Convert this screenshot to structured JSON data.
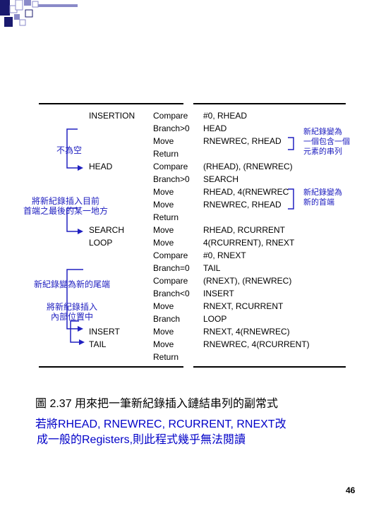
{
  "labels": [
    {
      "text": "INSERTION",
      "col": "label",
      "row": 0
    },
    {
      "text": "HEAD",
      "col": "label",
      "row": 4
    },
    {
      "text": "SEARCH",
      "col": "label",
      "row": 9
    },
    {
      "text": "LOOP",
      "col": "label",
      "row": 10
    },
    {
      "text": "INSERT",
      "col": "label",
      "row": 17
    },
    {
      "text": "TAIL",
      "col": "label",
      "row": 18
    }
  ],
  "instructions": [
    {
      "op": "Compare",
      "args": "#0, RHEAD"
    },
    {
      "op": "Branch>0",
      "args": "HEAD"
    },
    {
      "op": "Move",
      "args": "RNEWREC, RHEAD"
    },
    {
      "op": "Return",
      "args": ""
    },
    {
      "op": "Compare",
      "args": "(RHEAD), (RNEWREC)"
    },
    {
      "op": "Branch>0",
      "args": "SEARCH"
    },
    {
      "op": "Move",
      "args": "RHEAD, 4(RNEWREC"
    },
    {
      "op": "Move",
      "args": "RNEWREC, RHEAD"
    },
    {
      "op": "Return",
      "args": ""
    },
    {
      "op": "Move",
      "args": "RHEAD, RCURRENT"
    },
    {
      "op": "Move",
      "args": "4(RCURRENT), RNEXT"
    },
    {
      "op": "Compare",
      "args": "#0, RNEXT"
    },
    {
      "op": "Branch=0",
      "args": "TAIL"
    },
    {
      "op": "Compare",
      "args": "(RNEXT), (RNEWREC)"
    },
    {
      "op": "Branch<0",
      "args": "INSERT"
    },
    {
      "op": "Move",
      "args": "RNEXT, RCURRENT"
    },
    {
      "op": "Branch",
      "args": "LOOP"
    },
    {
      "op": "Move",
      "args": "RNEXT, 4(RNEWREC)"
    },
    {
      "op": "Move",
      "args": "RNEWREC, 4(RCURRENT)"
    },
    {
      "op": "Return",
      "args": ""
    }
  ],
  "left_notes": [
    {
      "lines": [
        "不為空"
      ]
    },
    {
      "lines": [
        "將新紀錄插入目前",
        "首端之最後的某一地方"
      ]
    },
    {
      "lines": [
        "新紀錄變為新的尾端"
      ]
    },
    {
      "lines": [
        "將新紀錄插入",
        "內部位置中"
      ]
    }
  ],
  "right_notes": [
    {
      "lines": [
        "新紀錄變為",
        "一個包含一個",
        "元素的串列"
      ]
    },
    {
      "lines": [
        "新紀錄變為",
        "新的首端"
      ]
    }
  ],
  "caption": "圖 2.37 用來把一筆新紀錄插入鏈結串列的副常式",
  "remark_lines": [
    "若將RHEAD, RNEWREC, RCURRENT, RNEXT改",
    "成一般的Registers,則此程式幾乎無法閱讀"
  ],
  "page_number": "46",
  "colors": {
    "note": "#2020c0",
    "remark": "#0000c8",
    "deco_dark": "#1a1a6e",
    "deco_mid": "#8a8ac8"
  }
}
